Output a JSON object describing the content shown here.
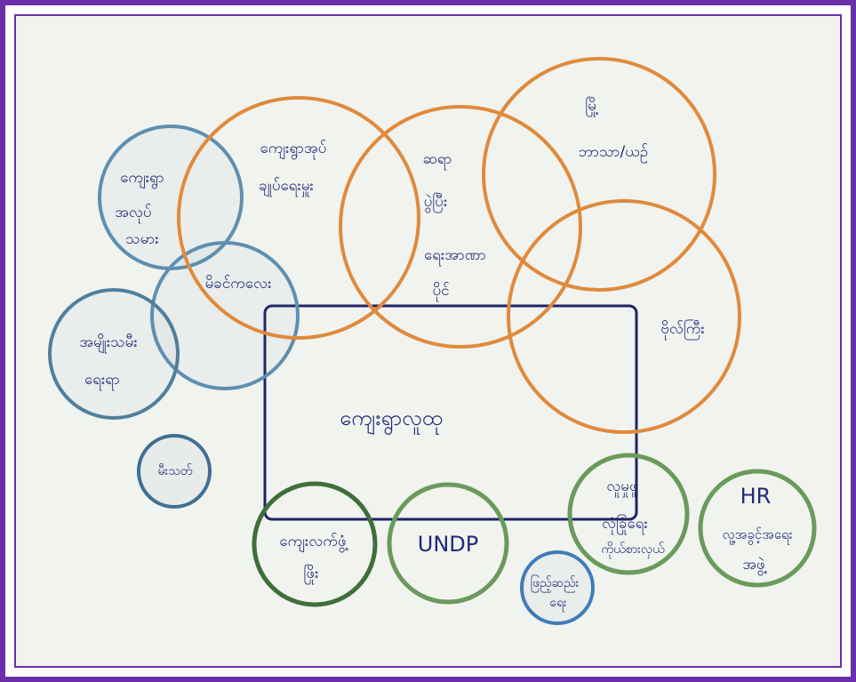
{
  "diagram": {
    "circles": [
      {
        "id": "c-blue-1",
        "ring": "blue",
        "label": [
          "ကျေးရွာ",
          "အလုပ်",
          "သမား"
        ]
      },
      {
        "id": "c-blue-2",
        "ring": "blue",
        "label": [
          "မိခင်ကလေး"
        ]
      },
      {
        "id": "c-blue-3",
        "ring": "blue",
        "label": [
          "အမျိုးသမီး",
          "ရေးရာ"
        ]
      },
      {
        "id": "c-blue-4",
        "ring": "blue",
        "label": [
          "မီးသတ်"
        ]
      },
      {
        "id": "c-orange-1",
        "ring": "orange",
        "label": [
          "ကျေးရွာအုပ်",
          "ချုပ်ရေးမှူး"
        ]
      },
      {
        "id": "c-orange-2",
        "ring": "orange",
        "label": [
          "ဆရာ",
          "ပွဲပြီး",
          "ရေးအာဏာ",
          "ပိုင်"
        ]
      },
      {
        "id": "c-orange-3",
        "ring": "orange",
        "label": [
          "မြို့",
          "ဘာသာ/ယဉ်"
        ]
      },
      {
        "id": "c-orange-4",
        "ring": "orange",
        "label": [
          "ဗိုလ်ကြီး"
        ]
      },
      {
        "id": "c-green-1",
        "ring": "green",
        "label": [
          "ကျေးလက်ဖွံ့",
          "ဖြိုး"
        ]
      },
      {
        "id": "c-green-2",
        "ring": "green",
        "label": [
          "UNDP"
        ]
      },
      {
        "id": "c-green-3",
        "ring": "green",
        "label": [
          "လူမှုဖူ",
          "လုံခြုံရေး",
          "ကိုယ်စားလှယ်"
        ]
      },
      {
        "id": "c-green-4",
        "ring": "green",
        "label": [
          "HR",
          "လူ့အခွင့်အရေး",
          "အဖွဲ့"
        ]
      },
      {
        "id": "c-blue-5",
        "ring": "blue",
        "label": [
          "ဖြည့်ဆည်း",
          "ရေး"
        ]
      }
    ],
    "center_box_label": "ကျေးရွာလူထု",
    "colors": {
      "blue": "#5f8fb0",
      "orange": "#e08a3c",
      "green": "#6a9a5c",
      "box": "#1e2466",
      "text": "#1f2a78",
      "frame": "#6a2fa8"
    }
  }
}
